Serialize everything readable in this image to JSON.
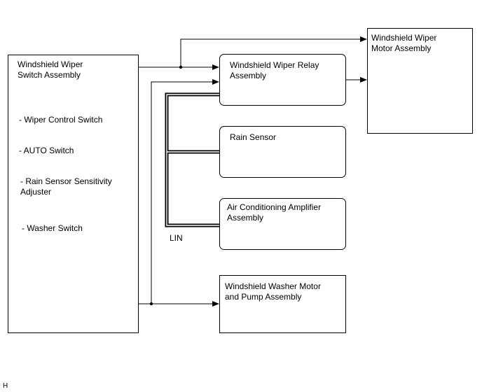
{
  "components": {
    "switch_assembly": {
      "title": "Windshield Wiper\nSwitch Assembly",
      "items": [
        "- Wiper Control Switch",
        "- AUTO Switch",
        "- Rain Sensor Sensitivity\nAdjuster",
        "- Washer Switch"
      ]
    },
    "relay": "Windshield Wiper Relay\nAssembly",
    "rain_sensor": "Rain Sensor",
    "ac_amplifier": "Air Conditioning Amplifier\nAssembly",
    "washer_motor": "Windshield Washer Motor\nand Pump Assembly",
    "wiper_motor": "Windshield Wiper\nMotor Assembly"
  },
  "bus_label": "LIN",
  "corner_code": "H"
}
